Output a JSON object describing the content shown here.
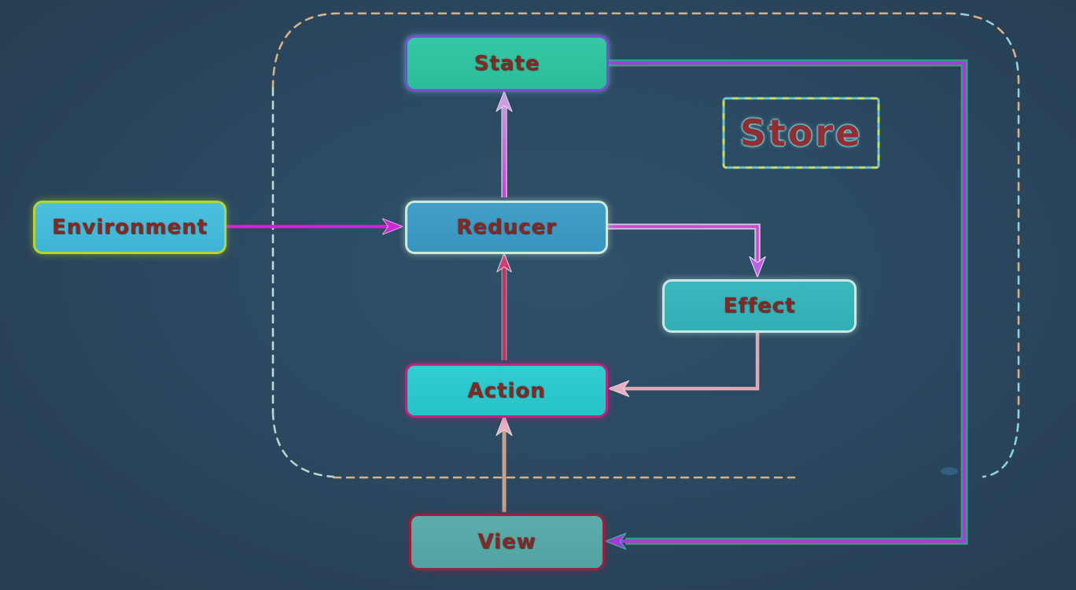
{
  "diagram": {
    "background_color": "#2b4860",
    "store": {
      "label": "Store",
      "border_style": "dashed",
      "dash_colors": [
        "#69c6d3",
        "#c8e161"
      ]
    },
    "boundary": {
      "style": "dashed-rounded-rect",
      "colors": [
        "#d8b189",
        "#8ed3da",
        "#bcdad3"
      ]
    },
    "nodes": {
      "state": {
        "label": "State",
        "fill": "#2fc3a0",
        "border": "#7a4fd0"
      },
      "environment": {
        "label": "Environment",
        "fill": "#44bbda",
        "border": "#b6d335"
      },
      "reducer": {
        "label": "Reducer",
        "fill": "#3c9dc6",
        "border": "#cde9d9"
      },
      "effect": {
        "label": "Effect",
        "fill": "#37b5ba",
        "border": "#c6e9e3"
      },
      "action": {
        "label": "Action",
        "fill": "#2cc9cd",
        "border": "#bf2580"
      },
      "view": {
        "label": "View",
        "fill": "#57a9a7",
        "border": "#99203f"
      }
    },
    "label_text_color": "#7e2a26",
    "connectors": [
      {
        "name": "environment-to-reducer",
        "from": "Environment",
        "to": "Reducer",
        "color": "#c926cf"
      },
      {
        "name": "reducer-to-state",
        "from": "Reducer",
        "to": "State",
        "color": "#d23ad0"
      },
      {
        "name": "action-to-reducer",
        "from": "Action",
        "to": "Reducer",
        "color": "#ce2f63"
      },
      {
        "name": "view-to-action",
        "from": "View",
        "to": "Action",
        "color": "#c3a18b"
      },
      {
        "name": "reducer-to-effect",
        "from": "Reducer",
        "to": "Effect",
        "color": "#cc49cf"
      },
      {
        "name": "effect-to-action",
        "from": "Effect",
        "to": "Action",
        "color": "#ddabb5"
      },
      {
        "name": "state-to-view",
        "from": "State",
        "to": "View",
        "color": "#a73bd9"
      }
    ]
  }
}
